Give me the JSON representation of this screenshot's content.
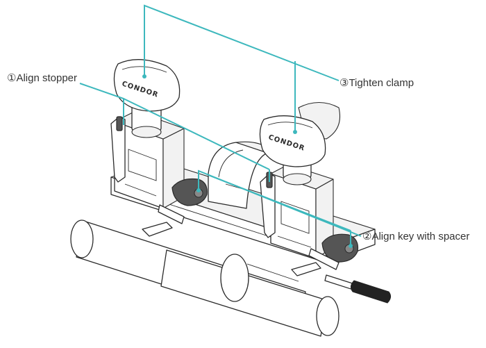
{
  "labels": {
    "align_stopper": "①Align stopper",
    "tighten_clamp": "③Tighten clamp",
    "align_key": "②Align key with spacer"
  },
  "brand": {
    "left_knob": "CONDOR",
    "right_knob": "CONDOR"
  },
  "colors": {
    "callout_line": "#3db8bd",
    "outline": "#2a2a2a",
    "key_head": "#555555"
  }
}
